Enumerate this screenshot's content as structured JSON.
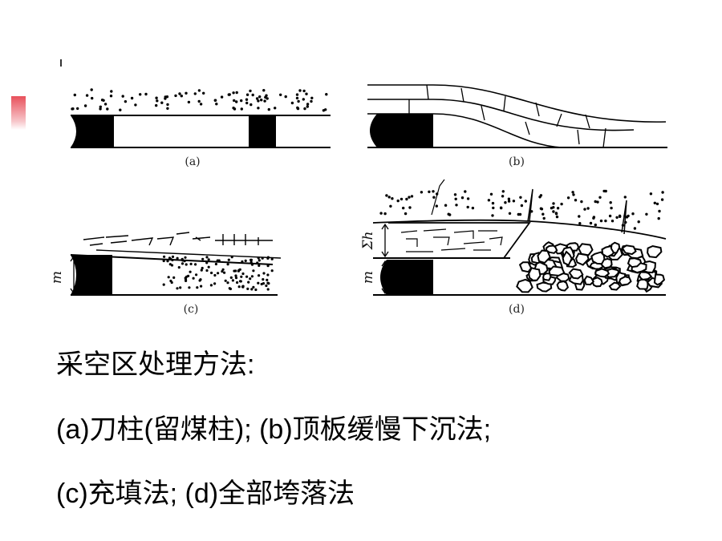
{
  "figure": {
    "panels": [
      {
        "id": "a",
        "label": "(a)"
      },
      {
        "id": "b",
        "label": "(b)"
      },
      {
        "id": "c",
        "label": "(c)"
      },
      {
        "id": "d",
        "label": "(d)"
      }
    ],
    "dimension_labels": {
      "m": "m",
      "sum_h": "Σh"
    }
  },
  "caption": {
    "title": "采空区处理方法:",
    "line1": "(a)刀柱(留煤柱); (b)顶板缓慢下沉法;",
    "line2": "(c)充填法;  (d)全部垮落法"
  }
}
